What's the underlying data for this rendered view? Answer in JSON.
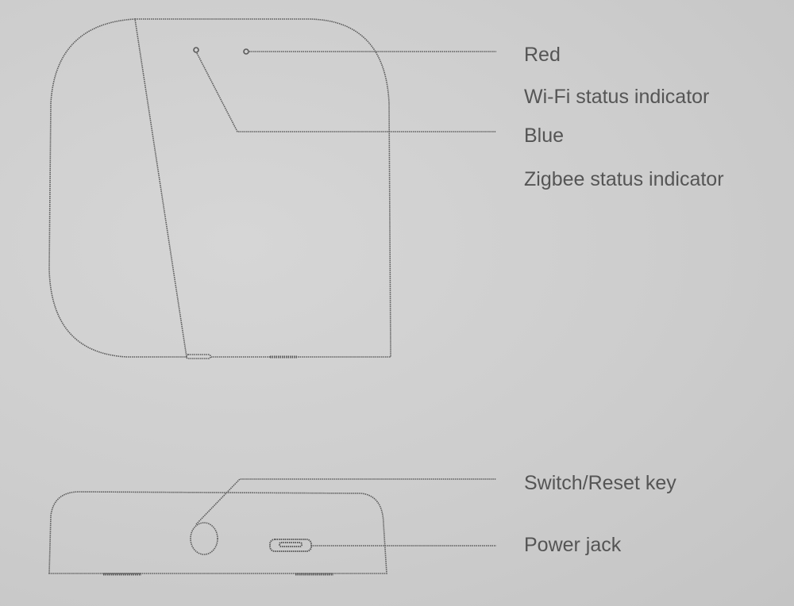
{
  "labels": {
    "red": "Red",
    "wifi": "Wi-Fi status indicator",
    "blue": "Blue",
    "zigbee": "Zigbee status indicator",
    "switch_reset": "Switch/Reset key",
    "power_jack": "Power jack"
  },
  "colors": {
    "line": "#555555",
    "text": "#555555"
  }
}
